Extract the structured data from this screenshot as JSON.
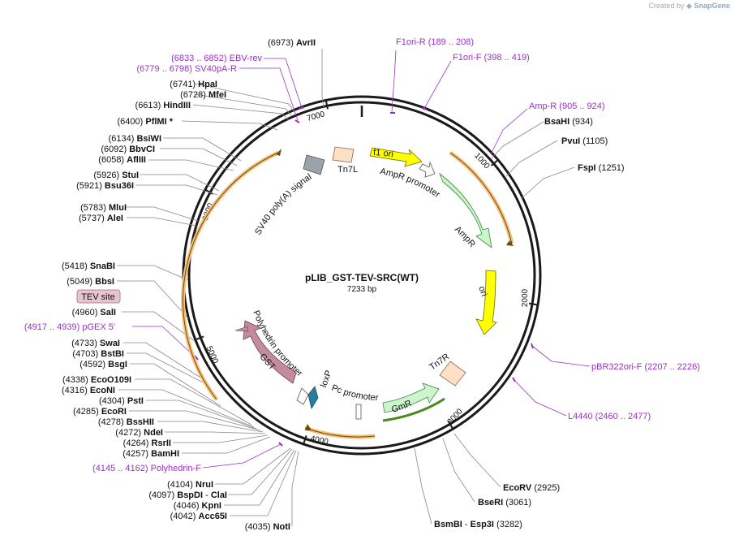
{
  "plasmid": {
    "name": "pLIB_GST-TEV-SRC(WT)",
    "size_text": "7233 bp",
    "length": 7233
  },
  "credit": {
    "prefix": "Created by",
    "brand": "SnapGene"
  },
  "colors": {
    "enzyme_line": "#888888",
    "primer": "#9b30c8",
    "text": "#111111"
  },
  "ticks": [
    "1000",
    "2000",
    "3000",
    "4000",
    "5000",
    "6000",
    "7000"
  ],
  "features": {
    "f1ori": "f1 ori",
    "AmpR_promoter": "AmpR promoter",
    "AmpR": "AmpR",
    "ori": "ori",
    "Tn7R": "Tn7R",
    "GmR": "GmR",
    "Pc_promoter": "Pc promoter",
    "loxP": "loxP",
    "Polyhedrin_promoter": "Polyhedrin promoter",
    "GST": "GST",
    "SV40": "SV40 poly(A) signal",
    "Tn7L": "Tn7L"
  },
  "enzymes": [
    {
      "pos": "(6973)",
      "name": "AvrII"
    },
    {
      "pos": "(6741)",
      "name": "HpaI"
    },
    {
      "pos": "(6728)",
      "name": "MfeI"
    },
    {
      "pos": "(6613)",
      "name": "HindIII"
    },
    {
      "pos": "(6400)",
      "name": "PflMI *"
    },
    {
      "pos": "(6134)",
      "name": "BsiWI"
    },
    {
      "pos": "(6092)",
      "name": "BbvCI"
    },
    {
      "pos": "(6058)",
      "name": "AflIII"
    },
    {
      "pos": "(5926)",
      "name": "StuI"
    },
    {
      "pos": "(5921)",
      "name": "Bsu36I"
    },
    {
      "pos": "(5783)",
      "name": "MluI"
    },
    {
      "pos": "(5737)",
      "name": "AleI"
    },
    {
      "pos": "(5418)",
      "name": "SnaBI"
    },
    {
      "pos": "(5049)",
      "name": "BbsI"
    },
    {
      "pos": "(4960)",
      "name": "SalI"
    },
    {
      "pos": "(4733)",
      "name": "SwaI"
    },
    {
      "pos": "(4703)",
      "name": "BstBI"
    },
    {
      "pos": "(4592)",
      "name": "BsgI"
    },
    {
      "pos": "(4338)",
      "name": "EcoO109I"
    },
    {
      "pos": "(4316)",
      "name": "EcoNI"
    },
    {
      "pos": "(4304)",
      "name": "PstI"
    },
    {
      "pos": "(4285)",
      "name": "EcoRI"
    },
    {
      "pos": "(4278)",
      "name": "BssHII"
    },
    {
      "pos": "(4272)",
      "name": "NdeI"
    },
    {
      "pos": "(4264)",
      "name": "RsrII"
    },
    {
      "pos": "(4257)",
      "name": "BamHI"
    },
    {
      "pos": "(4104)",
      "name": "NruI"
    },
    {
      "pos": "(4097)",
      "name": "BspDI",
      "extra": "ClaI"
    },
    {
      "pos": "(4046)",
      "name": "KpnI"
    },
    {
      "pos": "(4042)",
      "name": "Acc65I"
    },
    {
      "pos": "(4035)",
      "name": "NotI"
    },
    {
      "pos": "(934)",
      "name": "BsaHI"
    },
    {
      "pos": "(1105)",
      "name": "PvuI"
    },
    {
      "pos": "(1251)",
      "name": "FspI"
    },
    {
      "pos": "(2925)",
      "name": "EcoRV"
    },
    {
      "pos": "(3061)",
      "name": "BseRI"
    },
    {
      "pos": "(3282)",
      "name": "BsmBI",
      "extra": "Esp3I"
    }
  ],
  "primers": [
    {
      "range": "(6833 .. 6852)",
      "name": "EBV-rev"
    },
    {
      "range": "(6779 .. 6798)",
      "name": "SV40pA-R"
    },
    {
      "range": "(189 .. 208)",
      "name": "F1ori-R"
    },
    {
      "range": "(398 .. 419)",
      "name": "F1ori-F"
    },
    {
      "range": "(905 .. 924)",
      "name": "Amp-R"
    },
    {
      "range": "(2207 .. 2226)",
      "name": "pBR322ori-F"
    },
    {
      "range": "(2460 .. 2477)",
      "name": "L4440"
    },
    {
      "range": "(4917 .. 4939)",
      "name": "pGEX 5'"
    },
    {
      "range": "(4145 .. 4162)",
      "name": "Polyhedrin-F"
    }
  ],
  "tev_site": "TEV site"
}
